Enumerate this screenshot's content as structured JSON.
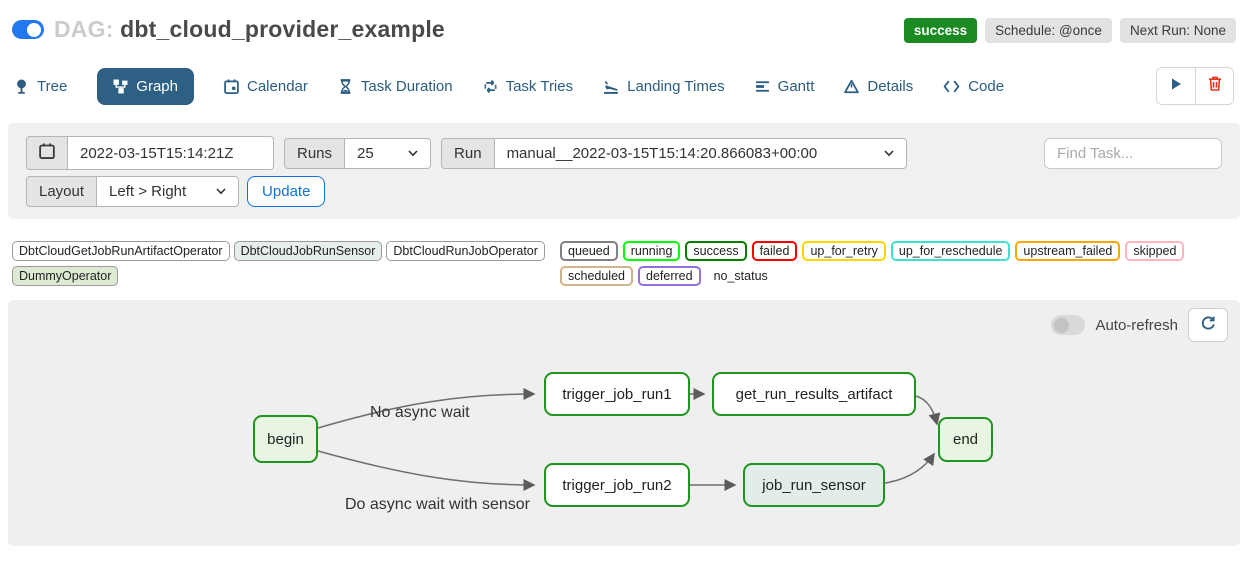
{
  "header": {
    "dag_prefix": "DAG:",
    "dag_name": "dbt_cloud_provider_example",
    "status_badge": "success",
    "schedule_badge": "Schedule: @once",
    "next_run_badge": "Next Run: None"
  },
  "tabs": [
    {
      "label": "Tree",
      "icon": "tree-icon"
    },
    {
      "label": "Graph",
      "icon": "graph-icon",
      "active": true
    },
    {
      "label": "Calendar",
      "icon": "calendar-icon"
    },
    {
      "label": "Task Duration",
      "icon": "hourglass-icon"
    },
    {
      "label": "Task Tries",
      "icon": "repeat-icon"
    },
    {
      "label": "Landing Times",
      "icon": "plane-landing-icon"
    },
    {
      "label": "Gantt",
      "icon": "gantt-icon"
    },
    {
      "label": "Details",
      "icon": "details-icon"
    },
    {
      "label": "Code",
      "icon": "code-icon"
    }
  ],
  "filters": {
    "date_value": "2022-03-15T15:14:21Z",
    "runs_label": "Runs",
    "runs_value": "25",
    "run_label": "Run",
    "run_value": "manual__2022-03-15T15:14:20.866083+00:00",
    "find_task_placeholder": "Find Task...",
    "layout_label": "Layout",
    "layout_value": "Left > Right",
    "update_label": "Update"
  },
  "legend": {
    "operators": [
      {
        "label": "DbtCloudGetJobRunArtifactOperator",
        "fill": "#ffffff"
      },
      {
        "label": "DbtCloudJobRunSensor",
        "fill": "#e6eeec"
      },
      {
        "label": "DbtCloudRunJobOperator",
        "fill": "#ffffff"
      },
      {
        "label": "DummyOperator",
        "fill": "#dcead4"
      }
    ],
    "statuses": [
      {
        "label": "queued",
        "border": "#808080"
      },
      {
        "label": "running",
        "border": "#00ff00"
      },
      {
        "label": "success",
        "border": "#008000"
      },
      {
        "label": "failed",
        "border": "#ff0000"
      },
      {
        "label": "up_for_retry",
        "border": "#ffd700"
      },
      {
        "label": "up_for_reschedule",
        "border": "#40e0d0"
      },
      {
        "label": "upstream_failed",
        "border": "#ffa500"
      },
      {
        "label": "skipped",
        "border": "#ffb6c1"
      },
      {
        "label": "scheduled",
        "border": "#d2b48c"
      },
      {
        "label": "deferred",
        "border": "#9370db"
      },
      {
        "label": "no_status",
        "border": "transparent"
      }
    ]
  },
  "graph": {
    "auto_refresh_label": "Auto-refresh",
    "nodes": [
      {
        "id": "begin",
        "label": "begin",
        "fill": "#e8f5e2"
      },
      {
        "id": "trigger_job_run1",
        "label": "trigger_job_run1",
        "fill": "#ffffff"
      },
      {
        "id": "get_run_results_artifact",
        "label": "get_run_results_artifact",
        "fill": "#ffffff"
      },
      {
        "id": "end",
        "label": "end",
        "fill": "#e8f5e2"
      },
      {
        "id": "trigger_job_run2",
        "label": "trigger_job_run2",
        "fill": "#ffffff"
      },
      {
        "id": "job_run_sensor",
        "label": "job_run_sensor",
        "fill": "#e2edeb"
      }
    ],
    "edge_labels": [
      {
        "text": "No async wait"
      },
      {
        "text": "Do async wait with sensor"
      }
    ]
  },
  "colors": {
    "toggle_blue": "#2178f0",
    "tab_blue": "#2a5d80",
    "active_tab_bg": "#2e6084",
    "success_green": "#1b8a23",
    "update_blue": "#0f74d8",
    "trash_red": "#e2371f",
    "node_border": "#1f941f",
    "edge_gray": "#6e6e6e"
  }
}
